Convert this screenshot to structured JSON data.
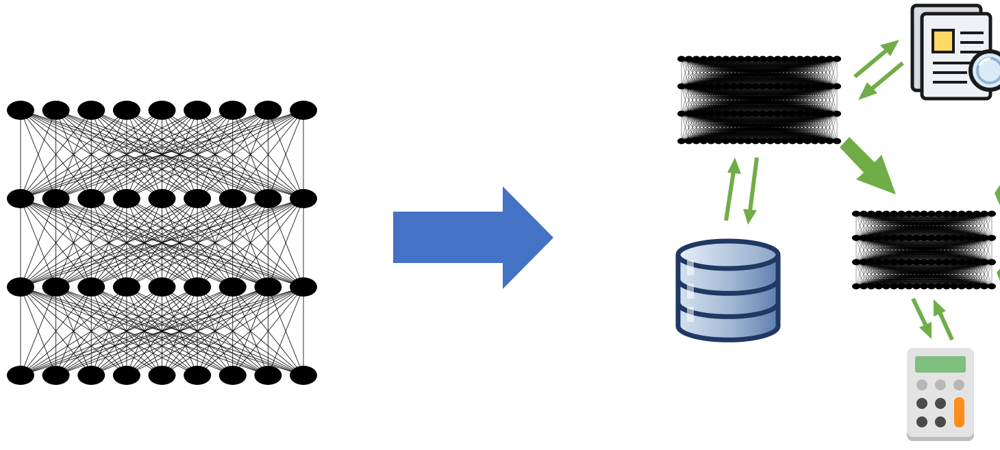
{
  "diagram": {
    "large_network": {
      "layers": 4,
      "nodes_per_layer": 9
    },
    "transform_arrow": {
      "color": "#4472C4"
    },
    "small_network_top": {
      "layers": 4,
      "nodes_per_layer": 22
    },
    "small_network_bottom": {
      "layers": 4,
      "nodes_per_layer": 19
    },
    "link_arrow_color": "#70AD47",
    "tools": [
      {
        "name": "document-search-icon"
      },
      {
        "name": "database-icon"
      },
      {
        "name": "calculator-icon"
      }
    ]
  }
}
